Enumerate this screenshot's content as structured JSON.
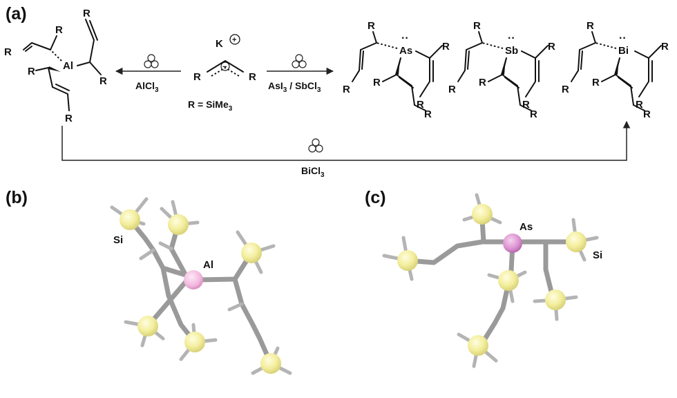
{
  "panels": {
    "a": "(a)",
    "b": "(b)",
    "c": "(c)"
  },
  "scheme": {
    "cation": "K",
    "cation_charge": "+",
    "anion_charge": "−",
    "substituent_def": "R = SiMe",
    "substituent_def_sub": "3",
    "left_reagent": "AlCl",
    "left_reagent_sub": "3",
    "right_reagent": "AsI",
    "right_reagent_sub": "3",
    "right_reagent_2": " / SbCl",
    "right_reagent_2_sub": "3",
    "bottom_reagent": "BiCl",
    "bottom_reagent_sub": "3",
    "r": "R",
    "lone_pair": "··",
    "centers": {
      "al": "Al",
      "as": "As",
      "sb": "Sb",
      "bi": "Bi"
    }
  },
  "structures": {
    "b": {
      "metal": "Al",
      "si": "Si"
    },
    "c": {
      "metal": "As",
      "si": "Si"
    }
  },
  "colors": {
    "ink": "#111111",
    "silicon": "#f3ee9c",
    "aluminium": "#f2b8de",
    "arsenic": "#d98fcf",
    "stick": "#9a9a9a",
    "hydrogen": "#b4b4b4"
  }
}
